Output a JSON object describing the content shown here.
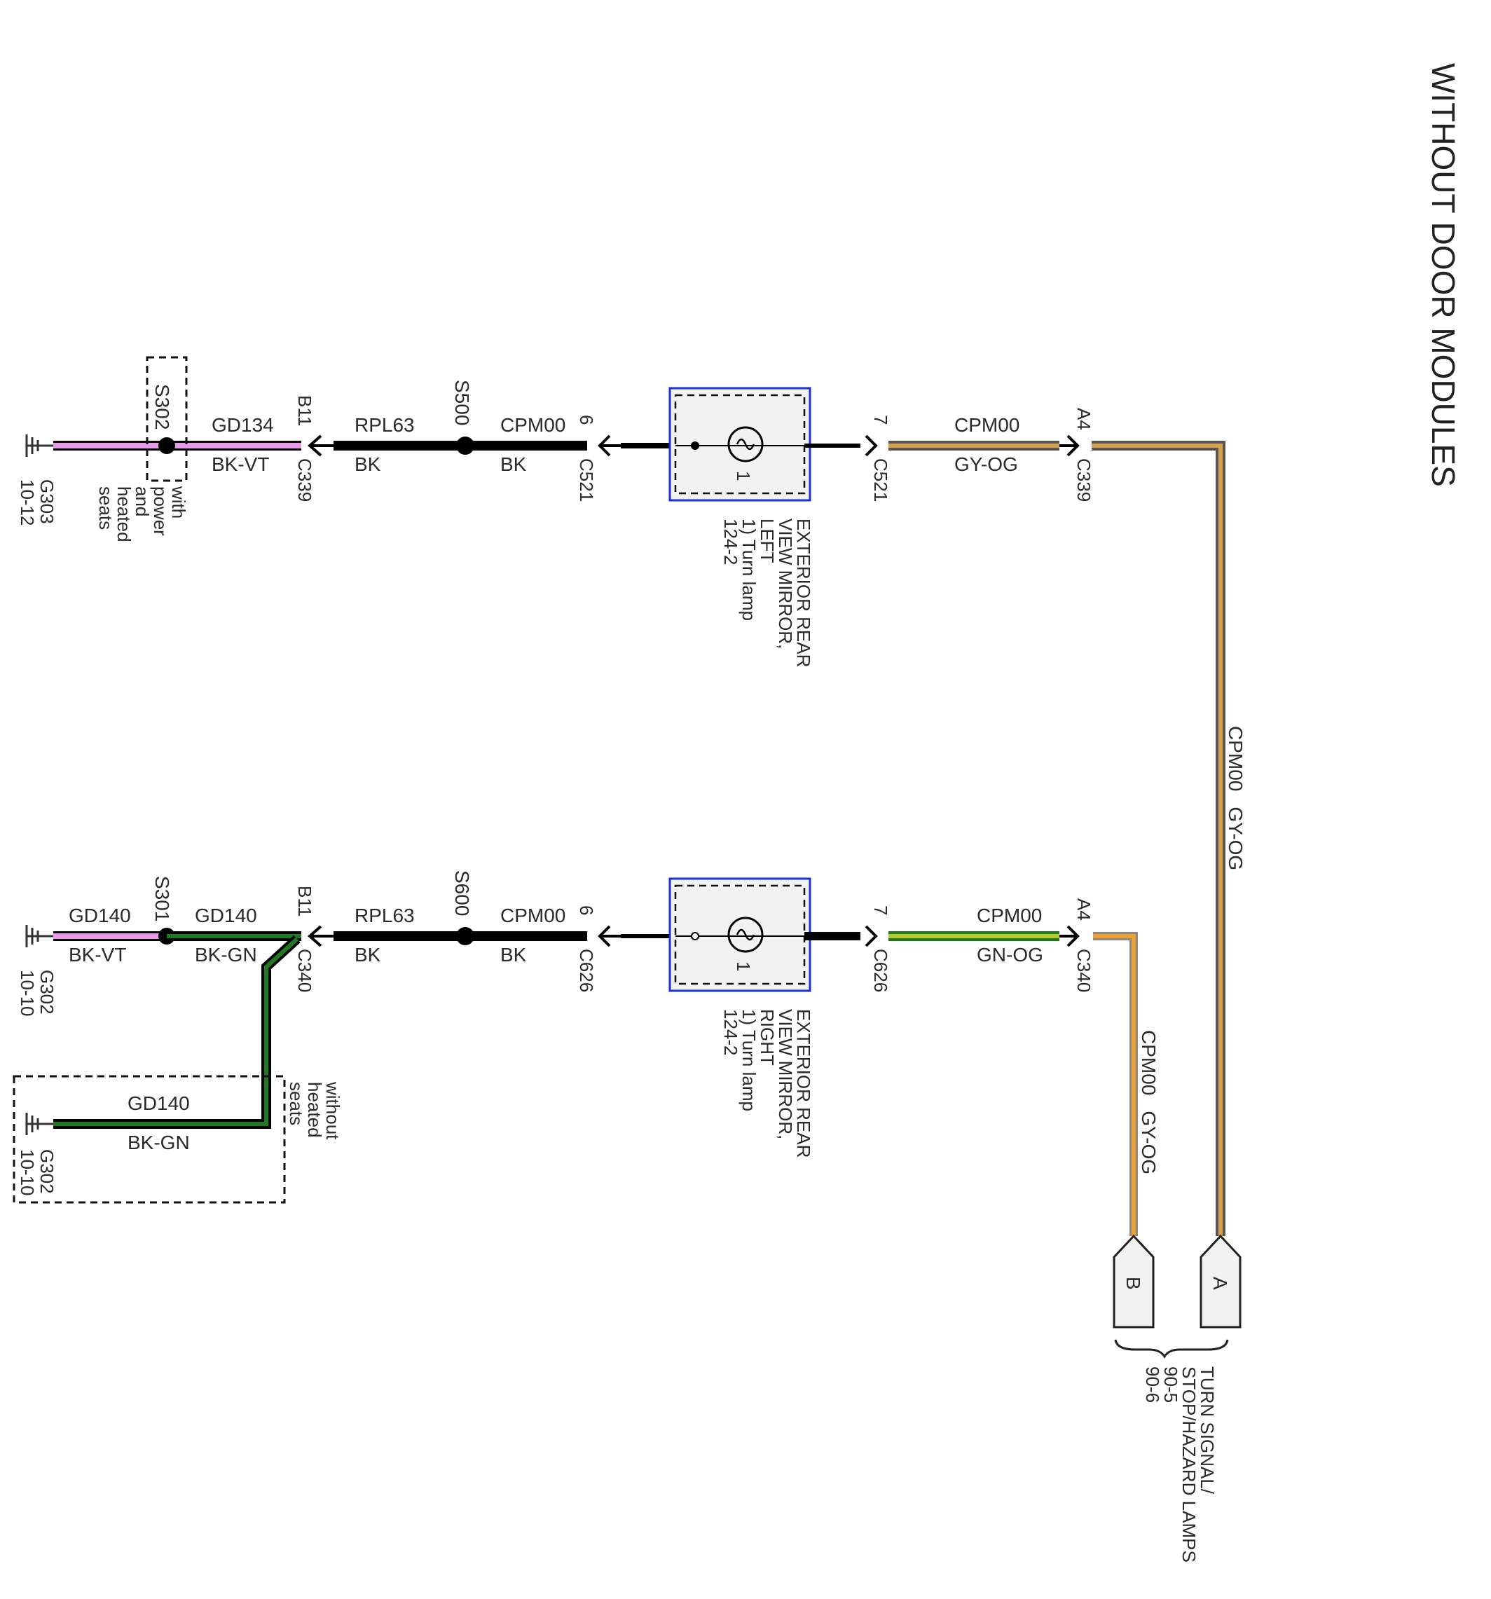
{
  "diagram": {
    "title": "WITHOUT DOOR MODULES",
    "colors": {
      "black_wire": "#000000",
      "violet": "#e89be8",
      "green": "#1f7a1f",
      "gray": "#8a8a8a",
      "orange": "#f0a030",
      "green_orange": "#7fb51e",
      "component_border": "#1f2fd6",
      "component_fill": "#f2f2f2"
    },
    "left": {
      "ground": {
        "name": "G303",
        "ref": "10-12"
      },
      "splice_option": {
        "name": "S302",
        "note": [
          "with",
          "power",
          "and",
          "heated",
          "seats"
        ]
      },
      "wire1": {
        "circuit": "GD134",
        "color": "BK-VT"
      },
      "connector_inline": {
        "pin": "B11",
        "name": "C339"
      },
      "wire2": {
        "circuit": "RPL63",
        "color": "BK"
      },
      "splice": {
        "name": "S500"
      },
      "wire3": {
        "circuit": "CPM00",
        "color": "BK"
      },
      "comp_pin_in": {
        "pin": "6",
        "name": "C521"
      },
      "component": {
        "title": [
          "EXTERIOR REAR",
          "VIEW MIRROR,",
          "LEFT"
        ],
        "item": "1) Turn lamp",
        "ref": "124-2",
        "num": "1"
      },
      "comp_pin_out": {
        "pin": "7",
        "name": "C521"
      },
      "wire4": {
        "circuit": "CPM00",
        "color": "GY-OG"
      },
      "connector_out": {
        "pin": "A4",
        "name": "C339"
      }
    },
    "right": {
      "ground": {
        "name": "G302",
        "ref": "10-10"
      },
      "wire0": {
        "circuit": "GD140",
        "color": "BK-VT"
      },
      "splice_s301": {
        "name": "S301"
      },
      "wire1": {
        "circuit": "GD140",
        "color": "BK-GN"
      },
      "connector_inline": {
        "pin": "B11",
        "name": "C340"
      },
      "wire2": {
        "circuit": "RPL63",
        "color": "BK"
      },
      "splice": {
        "name": "S600"
      },
      "wire3": {
        "circuit": "CPM00",
        "color": "BK"
      },
      "comp_pin_in": {
        "pin": "6",
        "name": "C626"
      },
      "component": {
        "title": [
          "EXTERIOR REAR",
          "VIEW MIRROR,",
          "RIGHT"
        ],
        "item": "1) Turn lamp",
        "ref": "124-2",
        "num": "1"
      },
      "comp_pin_out": {
        "pin": "7",
        "name": "C626"
      },
      "wire4": {
        "circuit": "CPM00",
        "color": "GN-OG"
      },
      "connector_out": {
        "pin": "A4",
        "name": "C340"
      },
      "option_box": {
        "note": [
          "without",
          "heated",
          "seats"
        ],
        "wire": {
          "circuit": "GD140",
          "color": "BK-GN"
        },
        "ground": {
          "name": "G302",
          "ref": "10-10"
        }
      }
    },
    "vertical_wires": {
      "a": {
        "circuit": "CPM00",
        "color": "GY-OG"
      },
      "b": {
        "circuit": "CPM00",
        "color": "GY-OG"
      }
    },
    "offpage": {
      "a": "A",
      "b": "B",
      "destination": [
        "TURN SIGNAL/",
        "STOP/HAZARD LAMPS"
      ],
      "refs": [
        "90-5",
        "90-6"
      ]
    }
  }
}
